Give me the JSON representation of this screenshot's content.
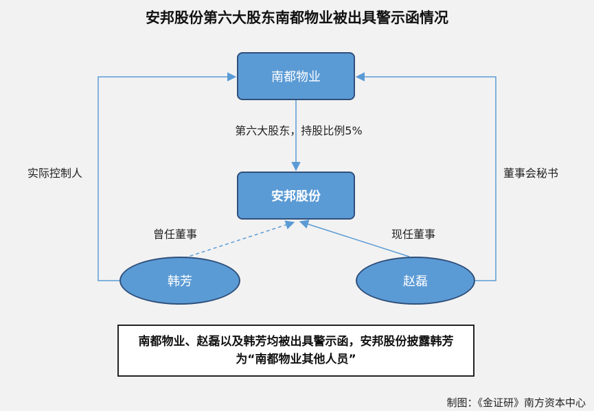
{
  "title": "安邦股份第六大股东南都物业被出具警示函情况",
  "nodes": {
    "nandu": "南都物业",
    "anbang": "安邦股份",
    "hanfang": "韩芳",
    "zhaolei": "赵磊"
  },
  "edges": {
    "stake": "第六大股东，持股比例5%",
    "actual_controller": "实际控制人",
    "board_secretary": "董事会秘书",
    "former_director": "曾任董事",
    "current_director": "现任董事"
  },
  "note": "南都物业、赵磊以及韩芳均被出具警示函，安邦股份披露韩芳为“南都物业其他人员”",
  "credit": "制图：《金证研》南方资本中心",
  "colors": {
    "node_fill": "#5b9bd5",
    "node_border": "#2f4f7a",
    "edge": "#5b9bd5",
    "background": "#f2f2f2"
  }
}
